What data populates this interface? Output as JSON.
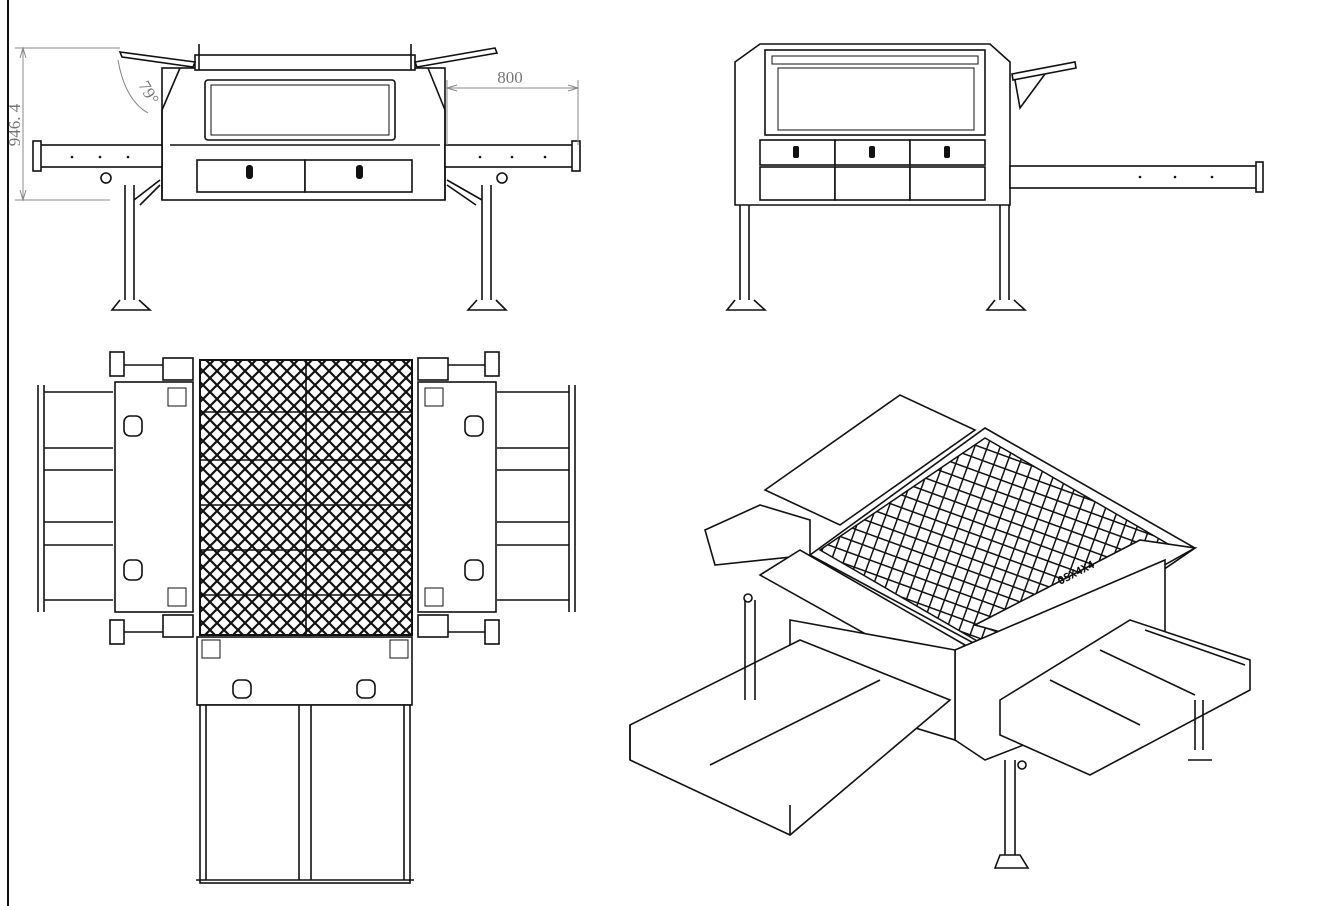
{
  "drawing": {
    "views": [
      "front-view",
      "rear-view",
      "top-view",
      "isometric-view"
    ],
    "dimensions": {
      "height": "946. 4",
      "arm_extension": "800",
      "lid_angle": "79°"
    },
    "logo_text": "OSX4X4"
  }
}
